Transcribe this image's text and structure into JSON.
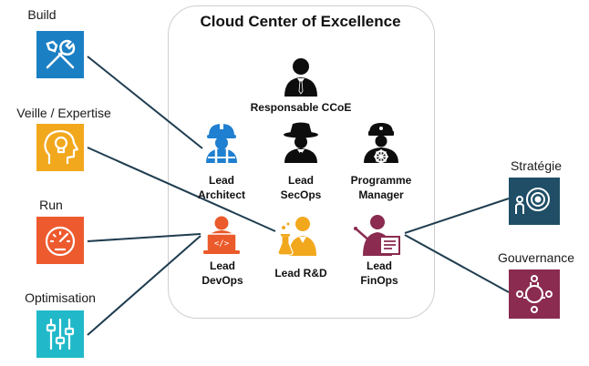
{
  "title": "Cloud Center of Excellence",
  "roles": {
    "head": {
      "label": "Responsable CCoE"
    },
    "architect": {
      "line1": "Lead",
      "line2": "Architect"
    },
    "secops": {
      "line1": "Lead",
      "line2": "SecOps"
    },
    "program": {
      "line1": "Programme",
      "line2": "Manager"
    },
    "devops": {
      "line1": "Lead",
      "line2": "DevOps"
    },
    "rnd": {
      "line1": "Lead R&D"
    },
    "finops": {
      "line1": "Lead",
      "line2": "FinOps"
    }
  },
  "left_items": [
    {
      "label": "Build",
      "icon": "tools-icon",
      "color": "#1b7fc4"
    },
    {
      "label": "Veille / Expertise",
      "icon": "lightbulb-head-icon",
      "color": "#f2a81d"
    },
    {
      "label": "Run",
      "icon": "gauge-icon",
      "color": "#ed5a2e"
    },
    {
      "label": "Optimisation",
      "icon": "sliders-icon",
      "color": "#21b9c9"
    }
  ],
  "right_items": [
    {
      "label": "Stratégie",
      "icon": "target-icon",
      "color": "#1f4e66"
    },
    {
      "label": "Gouvernance",
      "icon": "team-icon",
      "color": "#8a2b4f"
    }
  ],
  "colors": {
    "connector": "#1f3d4f",
    "architect": "#1f7fd0",
    "devops": "#ea5a2a",
    "rnd": "#f2a81d",
    "finops": "#8a2b4f",
    "dark": "#0d0d0d"
  }
}
